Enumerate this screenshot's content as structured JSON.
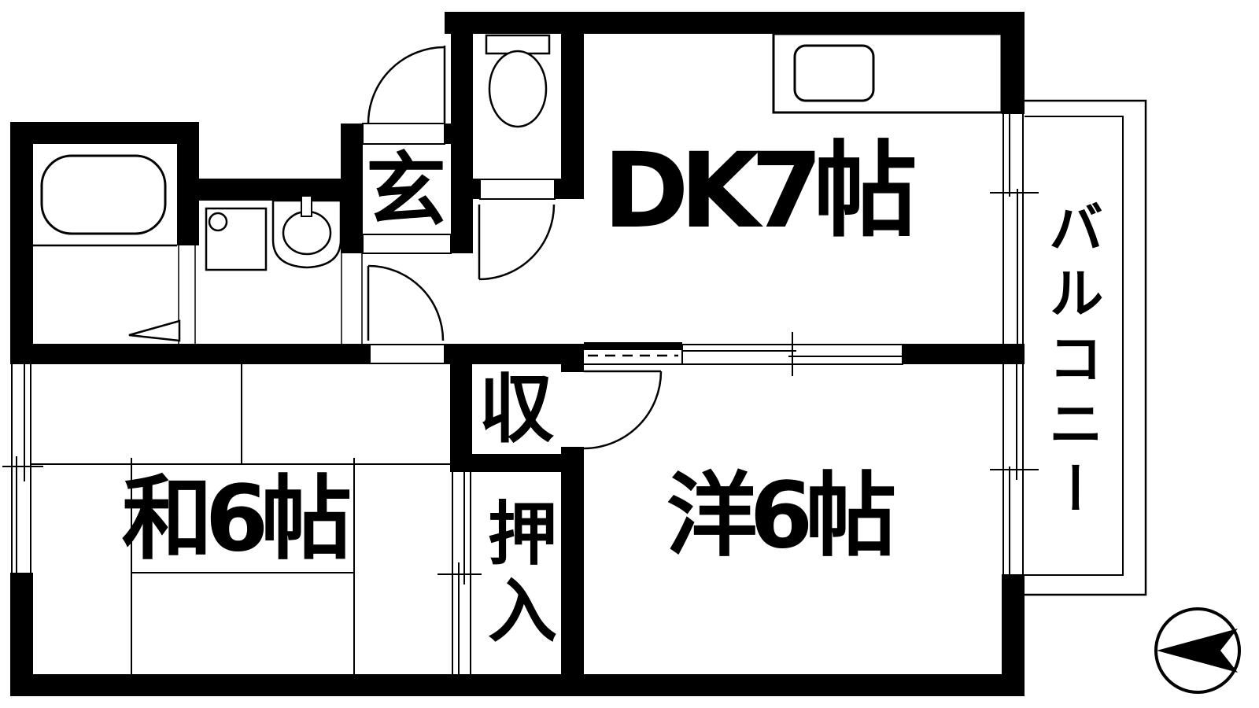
{
  "meta": {
    "title": "2DK apartment floor plan",
    "wall_color": "#000000",
    "background_color": "#ffffff",
    "line_color": "#000000"
  },
  "rooms": {
    "dining_kitchen": {
      "label": "DK7帖"
    },
    "japanese_room": {
      "label": "和6帖"
    },
    "western_room": {
      "label": "洋6帖"
    },
    "entrance": {
      "label": "玄"
    },
    "storage": {
      "label": "収"
    },
    "oshiire_closet": {
      "label": "押入"
    },
    "balcony": {
      "label": "バルコニー"
    }
  },
  "fixtures": {
    "bathtub": "bathtub-icon",
    "toilet": "toilet-icon",
    "washbasin": "washbasin-icon",
    "washing_machine": "washing-machine-icon",
    "kitchen_sink": "kitchen-sink-icon",
    "compass": "compass-north-arrow-icon"
  }
}
